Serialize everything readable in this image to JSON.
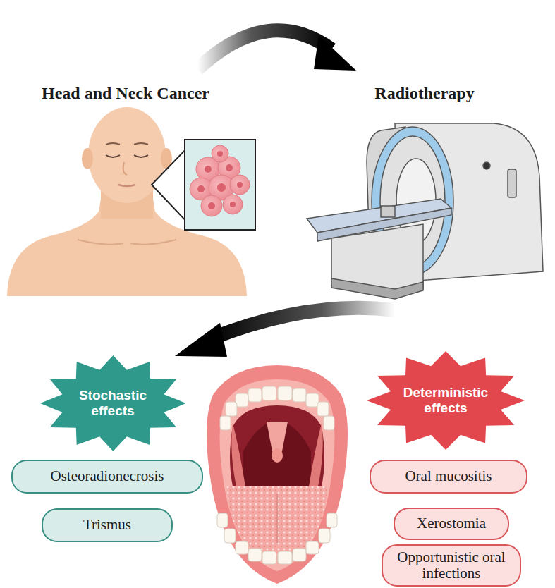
{
  "diagram": {
    "nodes": [
      {
        "text": [
          "Stochastic effects"
        ]
      },
      {
        "text": [
          "Osteoradionecrosis"
        ]
      },
      {
        "text": [
          "Trismus"
        ]
      },
      {
        "text": [
          "Deterministic effects"
        ]
      },
      {
        "text": [
          "Oral mucositis"
        ]
      },
      {
        "text": [
          "Xerostomia"
        ]
      },
      {
        "text": [
          "Opportunistic oral infections"
        ]
      }
    ],
    "labels": [
      "Head and Neck Cancer",
      "Radiotherapy"
    ]
  }
}
